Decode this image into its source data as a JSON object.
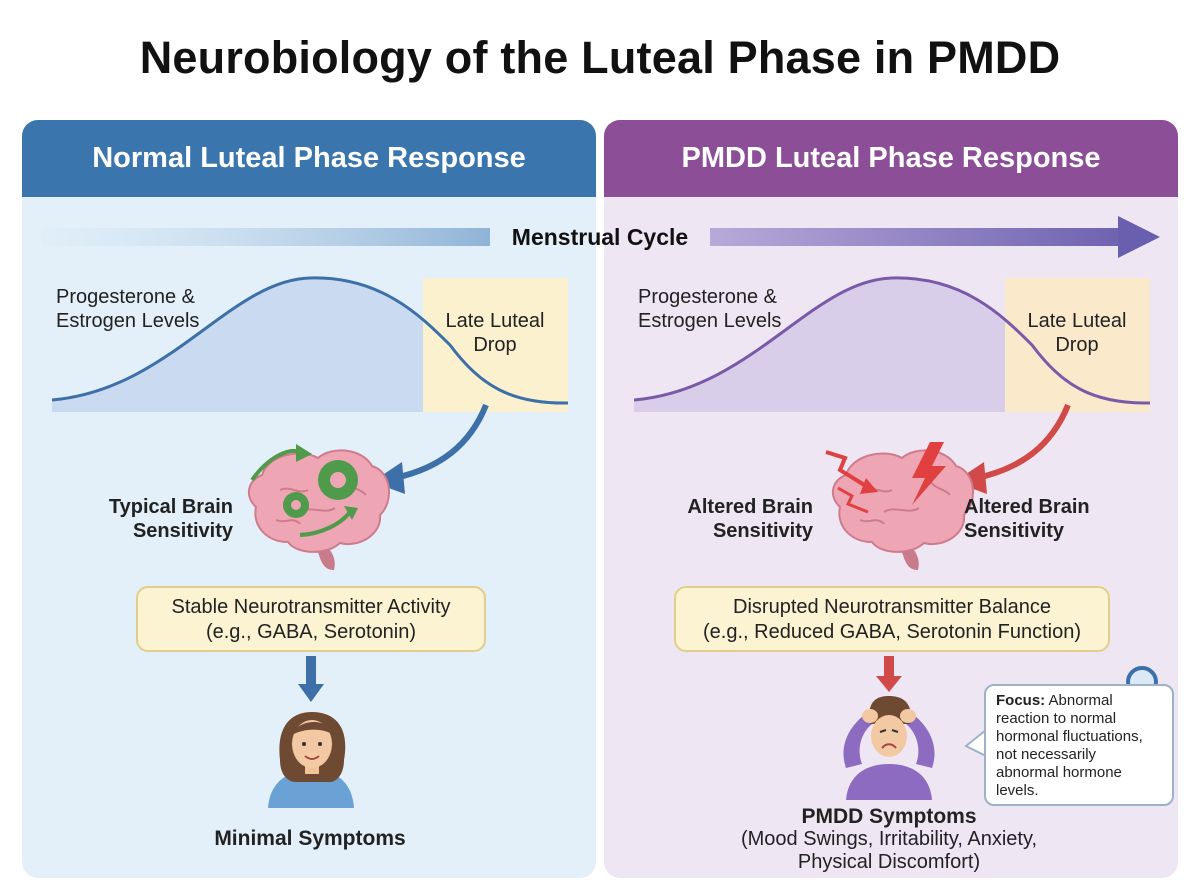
{
  "title": "Neurobiology of the Luteal Phase in PMDD",
  "cycle_label": "Menstrual Cycle",
  "colors": {
    "normal_header": "#3a75ad",
    "pmdd_header": "#8b4e97",
    "normal_bg": "#e3f0f9",
    "pmdd_bg": "#efe6f4",
    "late_luteal_zone": "#fbf1cf",
    "pmdd_arrow": "#d14a4a"
  },
  "normal": {
    "header": "Normal Luteal Phase Response",
    "hormone_line1": "Progesterone &",
    "hormone_line2": "Estrogen Levels",
    "drop_line1": "Late Luteal",
    "drop_line2": "Drop",
    "brain_line1": "Typical Brain",
    "brain_line2": "Sensitivity",
    "nt_line1": "Stable Neurotransmitter Activity",
    "nt_line2": "(e.g., GABA, Serotonin)",
    "outcome": "Minimal Symptoms"
  },
  "pmdd": {
    "header": "PMDD Luteal Phase Response",
    "hormone_line1": "Progesterone &",
    "hormone_line2": "Estrogen Levels",
    "drop_line1": "Late Luteal",
    "drop_line2": "Drop",
    "brain_left_line1": "Altered Brain",
    "brain_left_line2": "Sensitivity",
    "brain_right_line1": "Altered Brain",
    "brain_right_line2": "Sensitivity",
    "nt_line1": "Disrupted Neurotransmitter Balance",
    "nt_line2": "(e.g., Reduced GABA, Serotonin Function)",
    "outcome_title": "PMDD Symptoms",
    "outcome_line1": "(Mood Swings, Irritability, Anxiety,",
    "outcome_line2": "Physical Discomfort)"
  },
  "focus": {
    "label": "Focus:",
    "line1": " Abnormal",
    "line2": "reaction to normal",
    "line3": "hormonal fluctuations,",
    "line4": "not necessarily",
    "line5": "abnormal hormone",
    "line6": "levels."
  }
}
